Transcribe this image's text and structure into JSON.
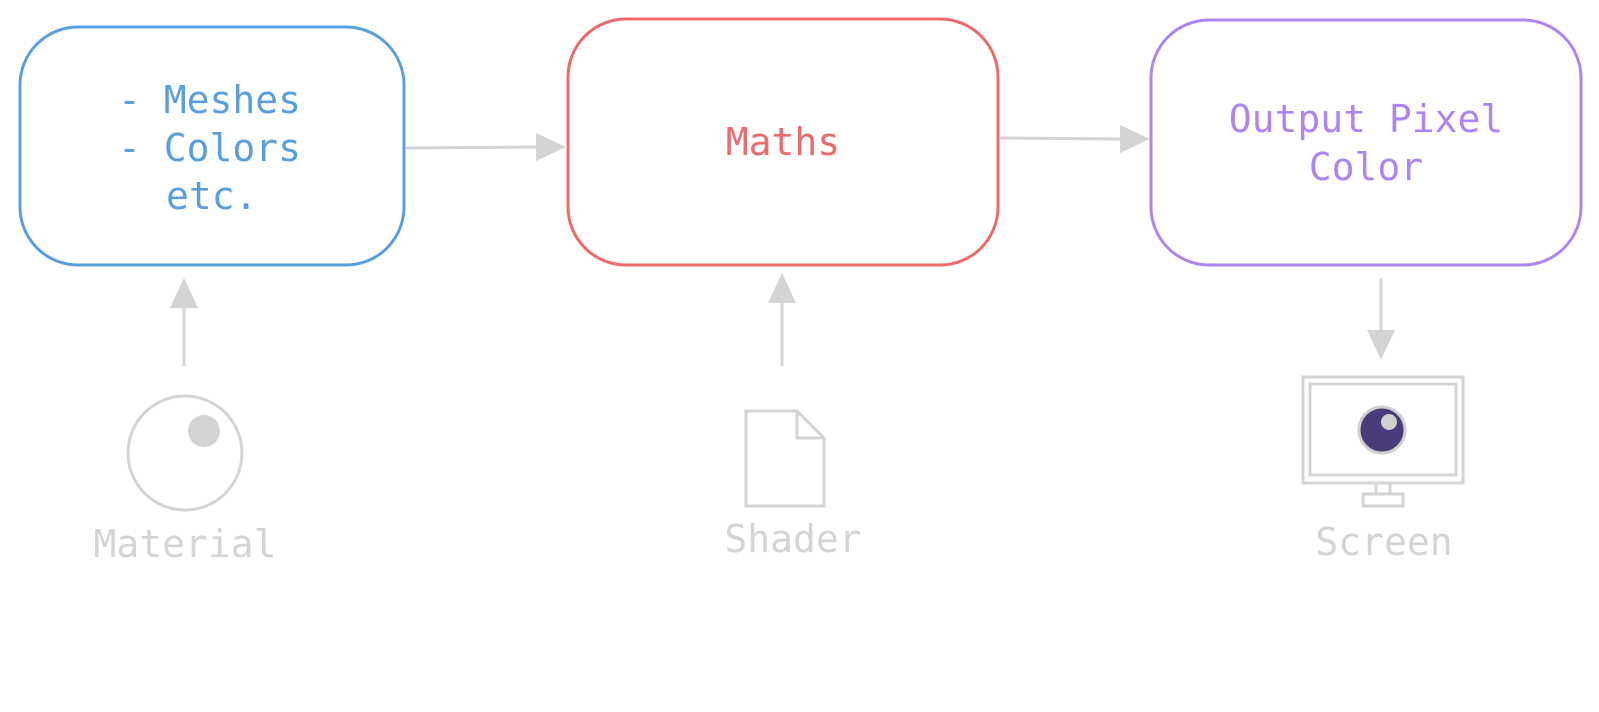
{
  "colors": {
    "input": "#5aa0e0",
    "process": "#ef6b6b",
    "output": "#ad86f5",
    "connector": "#d4d4d4",
    "caption": "#d4d4d4",
    "eye_dark": "#4a3c78",
    "eye_light": "#cfcfcf"
  },
  "nodes": {
    "input": {
      "line1": "- Meshes",
      "line2": "- Colors",
      "line3": "etc."
    },
    "process": {
      "label": "Maths"
    },
    "output": {
      "line1": "Output Pixel",
      "line2": "Color"
    }
  },
  "captions": {
    "material": "Material",
    "shader": "Shader",
    "screen": "Screen"
  },
  "icons": {
    "material": "material-sphere-icon",
    "shader": "file-document-icon",
    "screen": "monitor-eye-icon"
  }
}
